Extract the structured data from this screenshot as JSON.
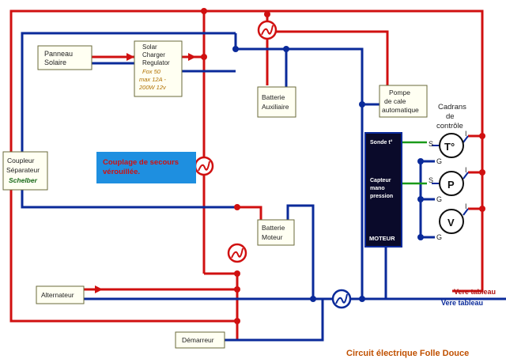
{
  "colors": {
    "red": "#d01010",
    "blue": "#0a2a9a",
    "green": "#1a9a1a",
    "box_fill": "#fffff2",
    "box_border": "#6a6a3a",
    "highlight": "#1e8fe0",
    "caption": "#c05000",
    "engine_fill": "#0a0a2a"
  },
  "boxes": {
    "panneau": [
      "Panneau",
      "Solaire"
    ],
    "regulator": [
      "Solar",
      "Charger",
      "Regulator",
      "Fox 50",
      "max 12A -",
      "200W 12v"
    ],
    "batterie_aux": [
      "Batterie",
      "Auxiliaire"
    ],
    "pompe": [
      "Pompe",
      "de cale",
      "automatique"
    ],
    "coupleur": [
      "Coupleur",
      "Séparateur",
      "Schelber"
    ],
    "batterie_moteur": [
      "Batterie",
      "Moteur"
    ],
    "alternateur": "Alternateur",
    "demarreur": "Démarreur"
  },
  "engine": {
    "sonde": "Sonde t°",
    "capteur": [
      "Capteur",
      "mano",
      "pression"
    ],
    "moteur": "MOTEUR"
  },
  "gauges": {
    "title": [
      "Cadrans",
      "de",
      "contrôle"
    ],
    "temperature": "T°",
    "pressure": "P",
    "voltage": "V",
    "s_label": "S",
    "g_label": "G",
    "i_label": "I"
  },
  "highlight_text": [
    "Couplage de secours",
    "vérouillée."
  ],
  "vers_tableau_red": "Vere tableau",
  "vers_tableau_blue": "Vere tableau",
  "caption": "Circuit électrique Folle Douce"
}
